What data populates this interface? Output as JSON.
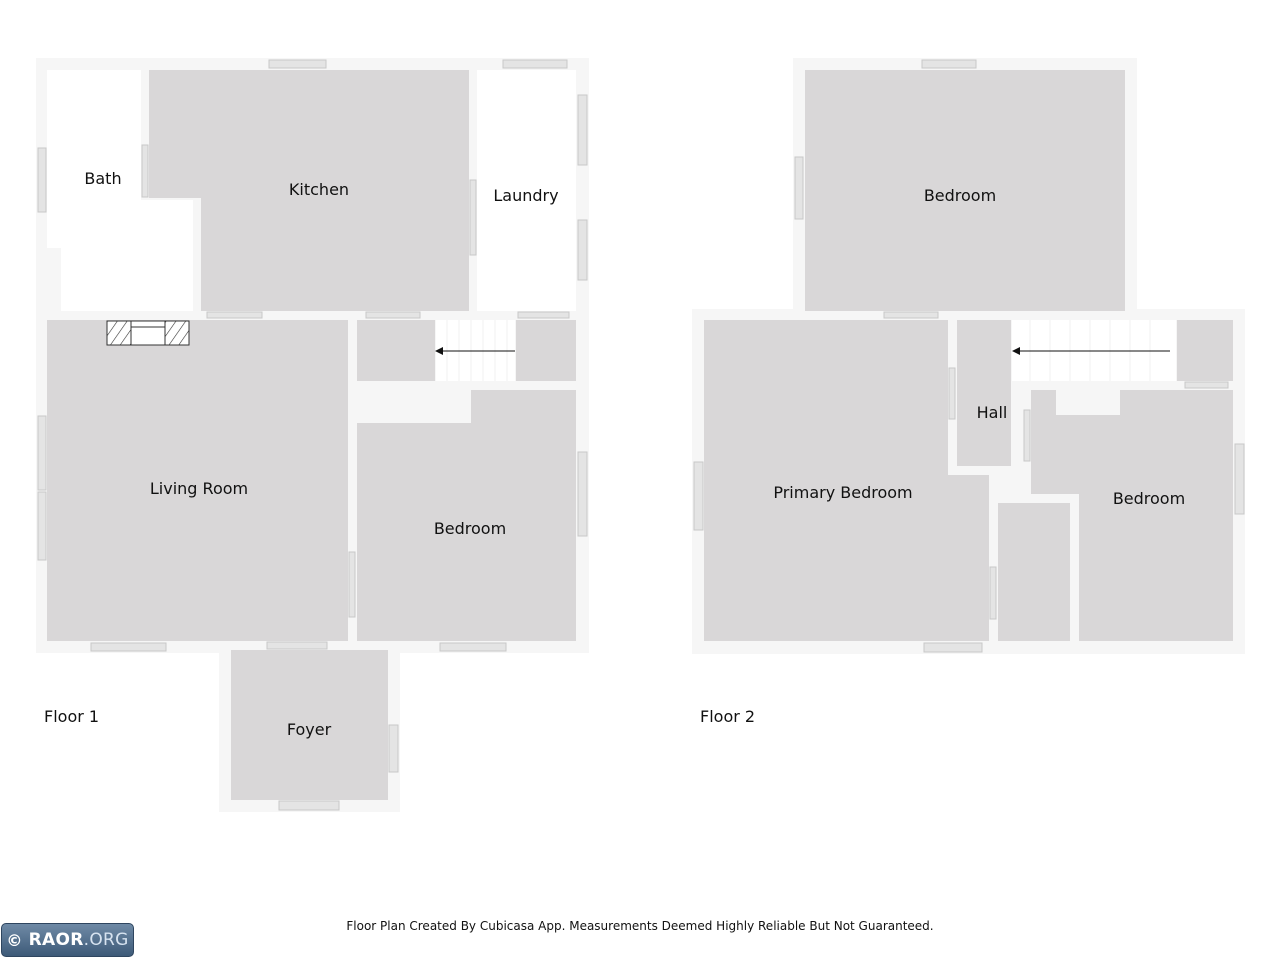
{
  "floors": [
    {
      "label": "Floor 1",
      "rooms": [
        {
          "key": "bath",
          "label": "Bath",
          "fill": "white"
        },
        {
          "key": "kitchen",
          "label": "Kitchen",
          "fill": "gray"
        },
        {
          "key": "laundry",
          "label": "Laundry",
          "fill": "white"
        },
        {
          "key": "living-room",
          "label": "Living Room",
          "fill": "gray"
        },
        {
          "key": "bedroom",
          "label": "Bedroom",
          "fill": "gray"
        },
        {
          "key": "foyer",
          "label": "Foyer",
          "fill": "gray"
        }
      ]
    },
    {
      "label": "Floor 2",
      "rooms": [
        {
          "key": "bedroom-north",
          "label": "Bedroom",
          "fill": "gray"
        },
        {
          "key": "hall",
          "label": "Hall",
          "fill": "gray"
        },
        {
          "key": "primary-bedroom",
          "label": "Primary Bedroom",
          "fill": "gray"
        },
        {
          "key": "bedroom-east",
          "label": "Bedroom",
          "fill": "gray"
        }
      ]
    }
  ],
  "footer": "Floor Plan Created By Cubicasa App. Measurements Deemed Highly Reliable But Not Guaranteed.",
  "logo": {
    "symbol": "©",
    "name": "RAOR",
    "suffix": ".ORG"
  },
  "colors": {
    "room": "#d9d7d8",
    "wall": "#f6f6f6",
    "window": "#e4e4e4",
    "window_edge": "#c8c8c8",
    "background": "#ffffff",
    "text": "#111111"
  }
}
